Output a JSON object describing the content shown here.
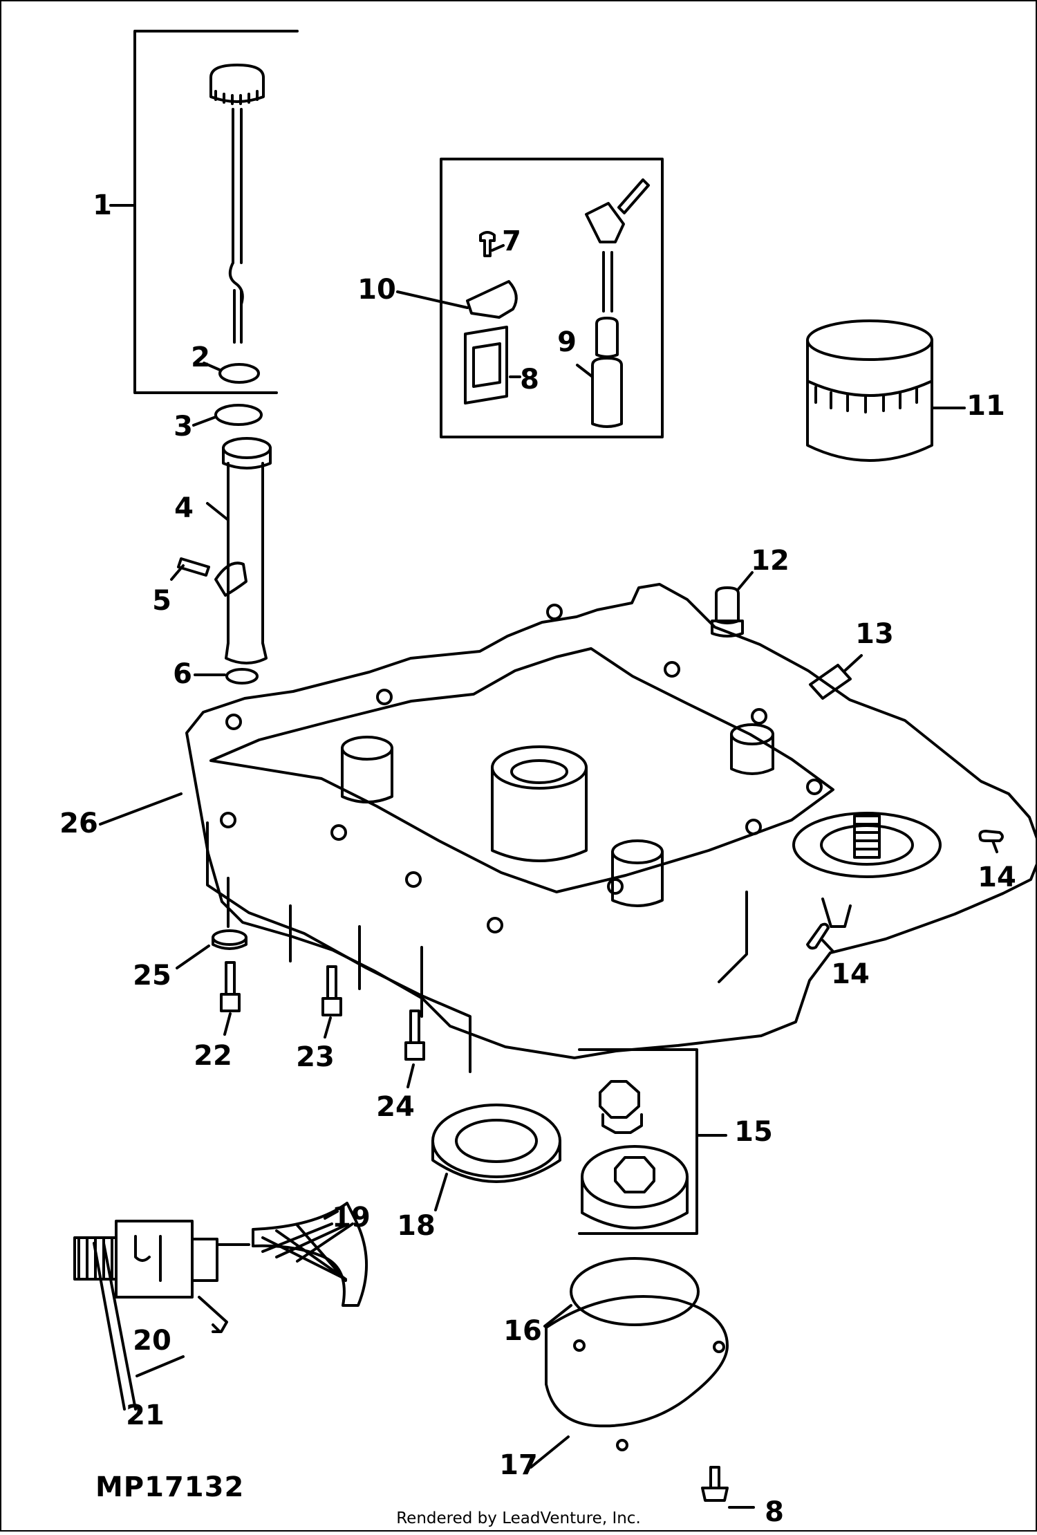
{
  "figure_id": "MP17132",
  "footer": "Rendered by LeadVenture, Inc.",
  "callouts": [
    {
      "id": "c1",
      "label": "1"
    },
    {
      "id": "c2",
      "label": "2"
    },
    {
      "id": "c3",
      "label": "3"
    },
    {
      "id": "c4",
      "label": "4"
    },
    {
      "id": "c5",
      "label": "5"
    },
    {
      "id": "c6",
      "label": "6"
    },
    {
      "id": "c7",
      "label": "7"
    },
    {
      "id": "c8a",
      "label": "8"
    },
    {
      "id": "c9",
      "label": "9"
    },
    {
      "id": "c10",
      "label": "10"
    },
    {
      "id": "c11",
      "label": "11"
    },
    {
      "id": "c12",
      "label": "12"
    },
    {
      "id": "c13",
      "label": "13"
    },
    {
      "id": "c14a",
      "label": "14"
    },
    {
      "id": "c14b",
      "label": "14"
    },
    {
      "id": "c15",
      "label": "15"
    },
    {
      "id": "c16",
      "label": "16"
    },
    {
      "id": "c17",
      "label": "17"
    },
    {
      "id": "c18",
      "label": "18"
    },
    {
      "id": "c19",
      "label": "19"
    },
    {
      "id": "c20",
      "label": "20"
    },
    {
      "id": "c21",
      "label": "21"
    },
    {
      "id": "c22",
      "label": "22"
    },
    {
      "id": "c23",
      "label": "23"
    },
    {
      "id": "c24",
      "label": "24"
    },
    {
      "id": "c25",
      "label": "25"
    },
    {
      "id": "c26",
      "label": "26"
    },
    {
      "id": "c8b",
      "label": "8"
    }
  ]
}
